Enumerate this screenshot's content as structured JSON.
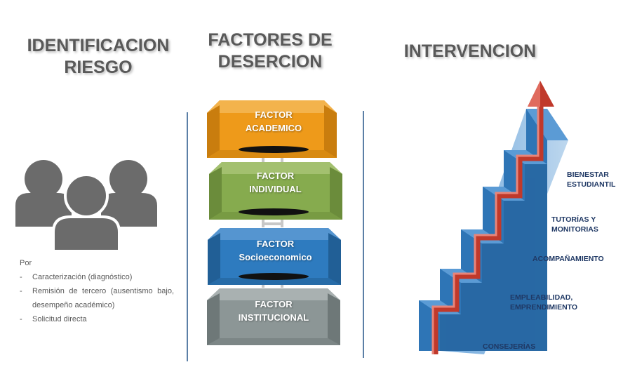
{
  "headings": {
    "left": [
      "IDENTIFICACION",
      "RIESGO"
    ],
    "middle": [
      "FACTORES DE",
      "DESERCION"
    ],
    "right": "INTERVENCION"
  },
  "identification": {
    "intro": "Por",
    "items": [
      "Caracterización (diagnóstico)",
      "Remisión de tercero (ausentismo bajo, desempeño académico)",
      "Solicitud directa"
    ]
  },
  "factors": [
    {
      "line1": "FACTOR",
      "line2": "ACADEMICO",
      "color": "#ee9a1a"
    },
    {
      "line1": "FACTOR",
      "line2": "INDIVIDUAL",
      "color": "#86ab4e"
    },
    {
      "line1": "FACTOR",
      "line2": "Socioeconomico",
      "color": "#2e7bbf"
    },
    {
      "line1": "FACTOR",
      "line2": "INSTITUCIONAL",
      "color": "#8c9696"
    }
  ],
  "interventions": {
    "bienestar": [
      "BIENESTAR",
      "ESTUDIANTIL"
    ],
    "tutorias": [
      "TUTORÍAS Y",
      "MONITORIAS"
    ],
    "acompanamiento": "ACOMPAÑAMIENTO",
    "empleabilidad": [
      "EMPLEABILIDAD,",
      "EMPRENDIMIENTO"
    ],
    "consejerias": "CONSEJERÍAS"
  },
  "colors": {
    "heading": "#595959",
    "people_icon": "#6b6b6b",
    "stairs_front": "#2e75b6",
    "stairs_top": "#5b9bd5",
    "stairs_side": "#9dc3e6",
    "arrow": "#c0392b"
  },
  "icons": {
    "people": "user-group-icon",
    "arrow": "up-arrow-icon"
  }
}
